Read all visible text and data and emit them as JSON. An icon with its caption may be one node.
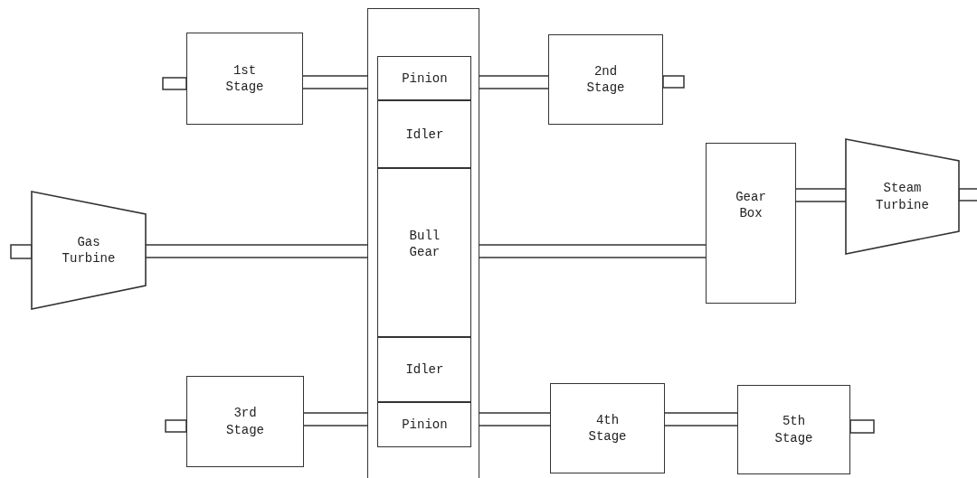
{
  "diagram": {
    "nodes": [
      {
        "text": [],
        "shape": "box"
      },
      {
        "text": [
          "Pinion"
        ],
        "in": 0
      },
      {
        "text": [
          "Idler"
        ],
        "in": 0
      },
      {
        "text": [
          "Bull Gear"
        ],
        "in": 0
      },
      {
        "text": [
          "Idler"
        ],
        "in": 0
      },
      {
        "text": [
          "Pinion"
        ],
        "in": 0
      },
      {
        "text": [
          "1st Stage"
        ]
      },
      {
        "text": [
          "2nd Stage"
        ]
      },
      {
        "text": [
          "Gas Turbine"
        ]
      },
      {
        "text": [
          "Gear Box"
        ]
      },
      {
        "text": [
          "Steam Turbine"
        ]
      },
      {
        "text": [
          "3rd Stage"
        ]
      },
      {
        "text": [
          "4th Stage"
        ]
      },
      {
        "text": [
          "5th Stage"
        ]
      }
    ],
    "edges": [
      {
        "from": 6,
        "to": 1,
        "arrow": "none"
      },
      {
        "from": 1,
        "to": 7,
        "arrow": "none"
      },
      {
        "from": 8,
        "to": 3,
        "arrow": "none"
      },
      {
        "from": 3,
        "to": 9,
        "arrow": "none"
      },
      {
        "from": 9,
        "to": 10,
        "arrow": "none"
      },
      {
        "from": 11,
        "to": 5,
        "arrow": "none"
      },
      {
        "from": 5,
        "to": 12,
        "arrow": "none"
      },
      {
        "from": 12,
        "to": 13,
        "arrow": "none"
      }
    ]
  }
}
